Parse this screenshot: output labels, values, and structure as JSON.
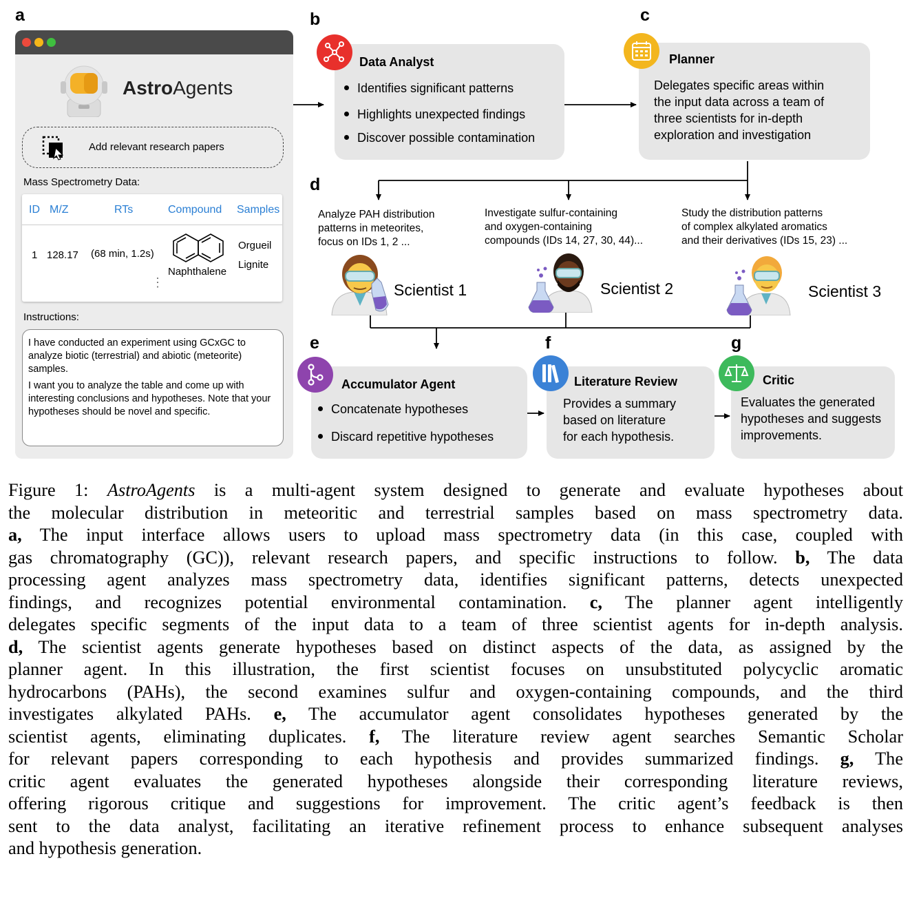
{
  "panels": {
    "a": "a",
    "b": "b",
    "c": "c",
    "d": "d",
    "e": "e",
    "f": "f",
    "g": "g"
  },
  "app": {
    "name_bold": "Astro",
    "name_rest": "Agents",
    "upload_label": "Add relevant research papers",
    "data_label": "Mass Spectrometry Data:",
    "table": {
      "headers": [
        "ID",
        "M/Z",
        "RTs",
        "Compound",
        "Samples"
      ],
      "row": {
        "id": "1",
        "mz": "128.17",
        "rts": "(68 min, 1.2s)",
        "compound": "Naphthalene",
        "samples": [
          "Orgueil",
          "Lignite"
        ]
      }
    },
    "instructions_label": "Instructions:",
    "instructions": [
      "I have conducted an experiment using GCxGC to analyze biotic (terrestrial) and abiotic (meteorite) samples.",
      "I want you to analyze the table and come up with interesting conclusions and hypotheses. Note that your hypotheses should be novel and specific."
    ],
    "colors": {
      "titlebar": "#4a4a4a",
      "dot_red": "#ec4a3c",
      "dot_yellow": "#f5b619",
      "dot_green": "#3fbf3f"
    }
  },
  "data_analyst": {
    "title": "Data Analyst",
    "bullets": [
      "Identifies significant patterns",
      "Highlights unexpected findings",
      "Discover possible contamination"
    ],
    "icon": "network-icon",
    "color": "#e8302c"
  },
  "planner": {
    "title": "Planner",
    "lines": [
      "Delegates specific areas within",
      "the input data across a team of",
      "three scientists for in-depth",
      "exploration and investigation"
    ],
    "icon": "calendar-icon",
    "color": "#f3b61e"
  },
  "scientists": [
    {
      "task_lines": [
        "Analyze PAH distribution",
        "patterns in meteorites,",
        "focus on IDs 1, 2 ..."
      ],
      "label": "Scientist 1"
    },
    {
      "task_lines": [
        "Investigate sulfur-containing",
        "and oxygen-containing",
        "compounds (IDs 14, 27, 30, 44)..."
      ],
      "label": "Scientist 2"
    },
    {
      "task_lines": [
        "Study the distribution patterns",
        "of complex alkylated aromatics",
        "and their derivatives (IDs 15, 23) ..."
      ],
      "label": "Scientist 3"
    }
  ],
  "accumulator": {
    "title": "Accumulator Agent",
    "bullets": [
      "Concatenate hypotheses",
      "Discard repetitive hypotheses"
    ],
    "icon": "merge-icon",
    "color": "#8e44ad"
  },
  "literature": {
    "title": "Literature Review",
    "lines": [
      "Provides a summary",
      "based on literature",
      "for each hypothesis."
    ],
    "icon": "books-icon",
    "color": "#3b82d6"
  },
  "critic": {
    "title": "Critic",
    "lines": [
      "Evaluates the generated",
      "hypotheses and suggests",
      "improvements."
    ],
    "icon": "scale-icon",
    "color": "#3dba5c"
  },
  "caption": {
    "lines": [
      "Figure 1: <i>AstroAgents</i> is a multi-agent system designed to generate and evaluate hypotheses about",
      "the molecular distribution in meteoritic and terrestrial samples based on mass spectrometry data.",
      "<b>a,</b> The input interface allows users to upload mass spectrometry data (in this case, coupled with",
      "gas chromatography (GC)), relevant research papers, and specific instructions to follow. <b>b,</b> The data",
      "processing agent analyzes mass spectrometry data, identifies significant patterns, detects unexpected",
      "findings, and recognizes potential environmental contamination. <b>c,</b> The planner agent intelligently",
      "delegates specific segments of the input data to a team of three scientist agents for in-depth analysis.",
      "<b>d,</b> The scientist agents generate hypotheses based on distinct aspects of the data, as assigned by the",
      "planner agent. In this illustration, the first scientist focuses on unsubstituted polycyclic aromatic",
      "hydrocarbons (PAHs), the second examines sulfur and oxygen-containing compounds, and the third",
      "investigates alkylated PAHs. <b>e,</b> The accumulator agent consolidates hypotheses generated by the",
      "scientist agents, eliminating duplicates. <b>f,</b> The literature review agent searches Semantic Scholar",
      "for relevant papers corresponding to each hypothesis and provides summarized findings. <b>g,</b> The",
      "critic agent evaluates the generated hypotheses alongside their corresponding literature reviews,",
      "offering rigorous critique and suggestions for improvement. The critic agent’s feedback is then",
      "sent to the data analyst, facilitating an iterative refinement process to enhance subsequent analyses",
      "and hypothesis generation."
    ]
  }
}
